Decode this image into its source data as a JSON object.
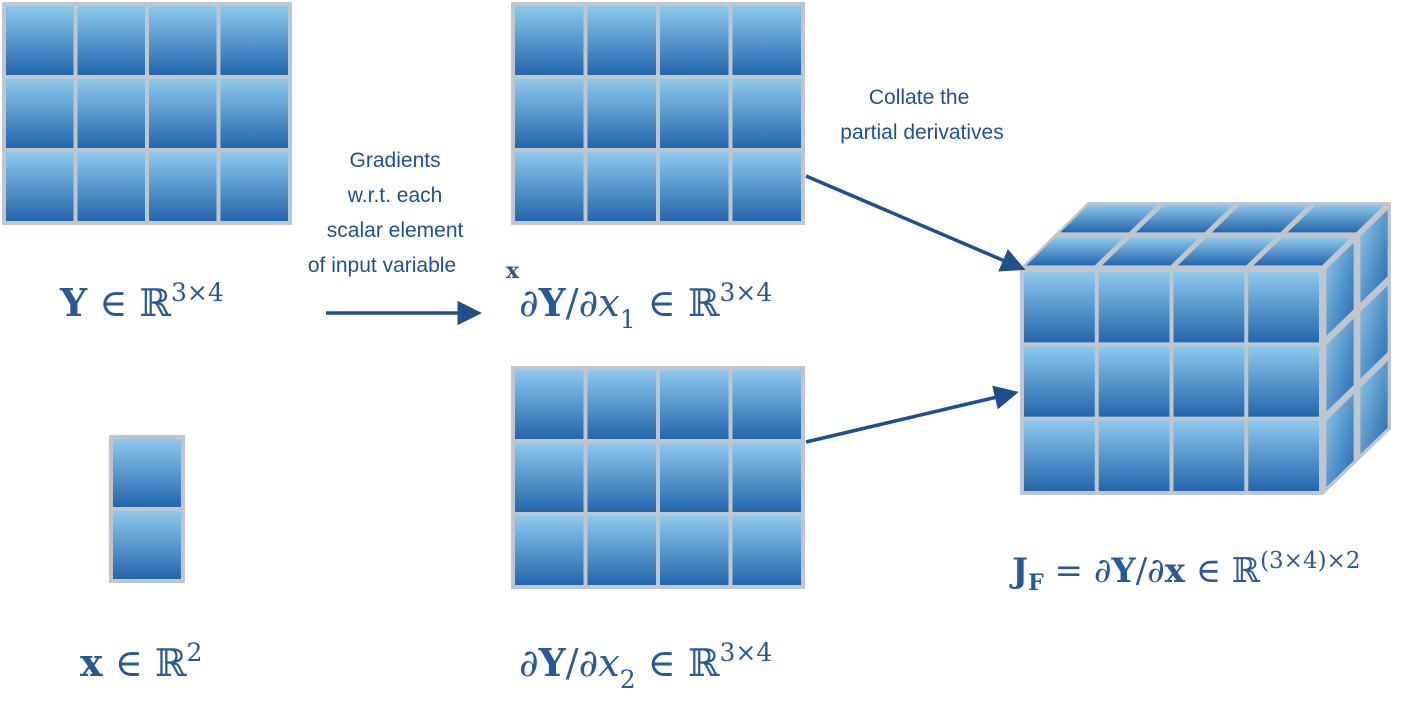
{
  "colors": {
    "cell_top": "#8ec9ec",
    "cell_bottom": "#2366ac",
    "frame": "#bfc6ce",
    "arrow": "#1f4f8c",
    "label": "#2a5a94",
    "note": "#1e5190"
  },
  "matrix_Y": {
    "rows": 3,
    "cols": 4
  },
  "vector_x": {
    "rows": 2,
    "cols": 1
  },
  "partial_1": {
    "rows": 3,
    "cols": 4
  },
  "partial_2": {
    "rows": 3,
    "cols": 4
  },
  "jacobian_cube": {
    "rows": 3,
    "cols": 4,
    "depth": 2
  },
  "labels": {
    "Y_symbol": "Y",
    "Y_rel": " ∈ ℝ",
    "Y_sup": "3×4",
    "x_symbol": "x",
    "x_rel": " ∈ ℝ",
    "x_sup": "2",
    "d1_prefix": "∂",
    "d1_Y": "Y",
    "d1_slash": "/∂",
    "d1_var": "x",
    "d1_sub": "1",
    "d1_rel": " ∈ ℝ",
    "d1_sup": "3×4",
    "d1_marker": "x",
    "d2_prefix": "∂",
    "d2_Y": "Y",
    "d2_slash": "/∂",
    "d2_var": "x",
    "d2_sub": "2",
    "d2_rel": " ∈ ℝ",
    "d2_sup": "3×4",
    "J_symbol": "J",
    "J_sub": "F",
    "J_eq": " = ∂",
    "J_Y": "Y",
    "J_slash": "/∂",
    "J_x": "x",
    "J_rel": " ∈ ℝ",
    "J_sup": "(3×4)×2"
  },
  "annotations": {
    "gradients": [
      "Gradients",
      "w.r.t. each",
      "scalar element",
      "of input variable"
    ],
    "collate": [
      "Collate the",
      "partial derivatives"
    ]
  }
}
